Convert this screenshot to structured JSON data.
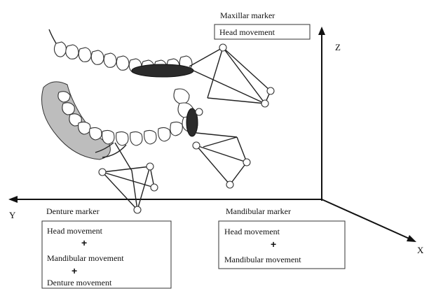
{
  "axes": {
    "z": "Z",
    "y": "Y",
    "x": "X"
  },
  "maxillar": {
    "title": "Maxillar marker",
    "lines": [
      "Head movement"
    ]
  },
  "mandibular": {
    "title": "Mandibular marker",
    "lines": [
      "Head movement",
      "+",
      "Mandibular movement"
    ]
  },
  "denture": {
    "title": "Denture marker",
    "lines": [
      "Head movement",
      "+",
      "Mandibular movement",
      "+",
      "Denture movement"
    ]
  },
  "colors": {
    "ink": "#222222",
    "shade": "#bdbdbd",
    "dark_fill": "#2b2b2b"
  }
}
